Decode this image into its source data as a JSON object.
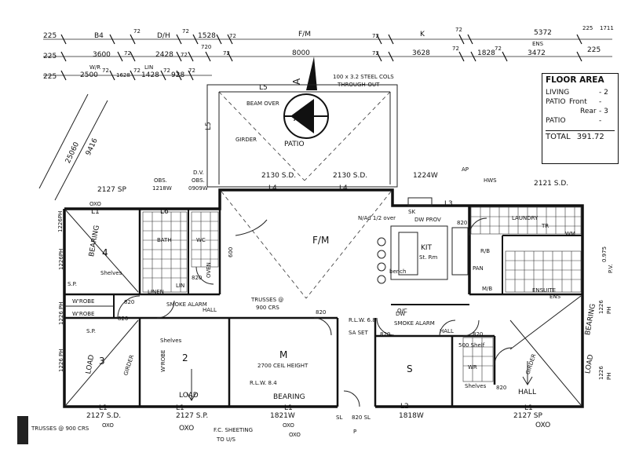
{
  "dimension_rows": {
    "row1": [
      "225",
      "B4",
      "72",
      "D/H",
      "72",
      "1528",
      "72",
      "F/M",
      "72",
      "K",
      "72",
      "5372",
      "225",
      "1711"
    ],
    "row2": [
      "225",
      "3600",
      "72",
      "2428",
      "72",
      "720",
      "72",
      "8000",
      "72",
      "3628",
      "72",
      "1828",
      "72",
      "ENS",
      "3472",
      "225"
    ],
    "row3": [
      "225",
      "W/R",
      "2500",
      "72",
      "1628",
      "72",
      "LIN",
      "1428",
      "72",
      "928",
      "72"
    ]
  },
  "floor_area": {
    "title": "FLOOR AREA",
    "living_label": "LIVING",
    "living_value": "- 2",
    "patio_label": "PATIO",
    "patio_front": "Front",
    "patio_front_value": "-",
    "patio_rear": "Rear",
    "patio_rear_value": "- 3",
    "patio2_label": "PATIO",
    "patio2_value": "-",
    "total_label": "TOTAL",
    "total_value": "391.72"
  },
  "north": {
    "label": "A",
    "circle_label": "A"
  },
  "patio": {
    "l5": "L5",
    "l5_left": "L5",
    "beam_over": "BEAM OVER",
    "girder": "GIRDER",
    "label": "PATIO",
    "steel_note_1": "100 x 3.2 STEEL COLS",
    "steel_note_2": "THROUGH-OUT"
  },
  "openings_top": {
    "w1": "2127 SP",
    "w2_a": "OBS.",
    "w2_b": "1218W",
    "w3_a": "D.V.",
    "w3_b": "OBS.",
    "w3_c": "0909W",
    "w4": "2130 S.D.",
    "w5": "2130 S.D.",
    "l4_a": "L4",
    "l4_b": "L4",
    "w6": "1224W",
    "w7": "2121 S.D.",
    "oxo": "OXO",
    "l1": "L1",
    "l6": "L6",
    "l3": "L3",
    "ap": "AP"
  },
  "rooms": {
    "bed4": "4",
    "bed3": "3",
    "bed2": "2",
    "master": "M",
    "family": "F/M",
    "kitchen": "KIT",
    "kitchen_note": "St. Rm",
    "bath": "BATH",
    "ensuite": "ENSUITE",
    "laundry": "LAUNDRY",
    "linen": "LINEN",
    "lin": "LIN",
    "wc": "WC",
    "wr": "WR",
    "study": "S",
    "hall1": "HALL",
    "hall2": "HALL",
    "hall3": "HALL",
    "wrobe1": "W'ROBE",
    "wrobe2": "W'ROBE",
    "wrobe3": "W'ROBE",
    "shelves1": "Shelves",
    "shelves2": "Shelves",
    "shelves3": "Shelves",
    "bench": "bench",
    "pantry": "PAN",
    "dw": "DW",
    "oven": "OVEN",
    "sk": "SK",
    "dwprov": "DW PROV",
    "rb": "R/B",
    "mb": "M/B",
    "wm": "WM",
    "hws": "HWS",
    "tr": "TR"
  },
  "notes": {
    "bearing_left": "BEARING",
    "bearing_right": "BEARING",
    "bearing_bottom": "BEARING",
    "load_left": "LOAD",
    "load_right": "LOAD",
    "load_bed2": "LOAD",
    "girder_left": "GIRDER",
    "girder_right": "GIRDER",
    "w_robe_side": "W'ROBE",
    "trusses": "TRUSSES @",
    "trusses_b": "900 CRS",
    "smoke_alarm_1": "SMOKE ALARM",
    "smoke_alarm_2": "SMOKE ALARM",
    "rlw_68": "R.L.W. 6.8",
    "rlw_84": "R.L.W. 8.4",
    "ceil_height": "2700 CEIL HEIGHT",
    "sa_set": "SA SET",
    "n820_1": "820",
    "n820_2": "820",
    "n820_3": "820",
    "n820_4": "820",
    "n820_5": "820",
    "n820_6": "820",
    "n820_7": "820",
    "n820_8": "820",
    "n600": "600",
    "n500": "500 Shelf",
    "oct": "O/C",
    "sp": "S.P.",
    "sp2": "S.P.",
    "left_a": "1226PH",
    "left_b": "1226PH",
    "left_c": "1226 PH",
    "left_d": "1226 PH",
    "right_a": "0.975",
    "right_b": "P.V.",
    "right_c": "1226",
    "right_d": "PH",
    "right_e": "1226",
    "right_f": "PH",
    "diag1": "25060",
    "diag2": "9416",
    "kit_arrow": "N/Ad 1/2 over",
    "ene": "ENS"
  },
  "openings_bottom": {
    "w1": "2127 S.D.",
    "w2": "2127 S.P.",
    "w3": "1821W",
    "w4": "1818W",
    "w5": "2127 SP",
    "w6": "SL",
    "w7": "820 SL",
    "l1_a": "L1",
    "l1_b": "L1",
    "l1_c": "L1",
    "l2": "L2",
    "l1_d": "L1",
    "oxo_a": "OXO",
    "oxo_b": "OXO",
    "oxo_c": "OXO",
    "oxo_d": "OXO",
    "oxo_e": "OXO",
    "trusses_note": "TRUSSES @ 900 CRS",
    "fc_a": "F.C. SHEETING",
    "fc_b": "TO U/S",
    "p": "P"
  }
}
